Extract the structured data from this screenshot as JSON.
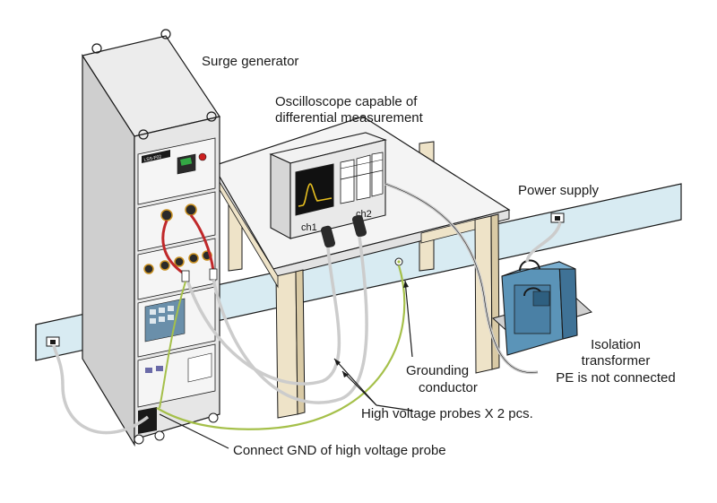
{
  "labels": {
    "surge_generator": "Surge generator",
    "oscilloscope_line1": "Oscilloscope capable of",
    "oscilloscope_line2": "differential measurement",
    "power_supply": "Power supply",
    "ch1": "ch1",
    "ch2": "ch2",
    "isolation_line1": "Isolation",
    "isolation_line2": "transformer",
    "isolation_line3": "PE is not connected",
    "grounding_line1": "Grounding",
    "grounding_line2": "conductor",
    "hv_probes": "High voltage probes X 2 pcs.",
    "connect_gnd": "Connect GND of high voltage probe"
  },
  "colors": {
    "outline": "#1a1a1a",
    "wall_rail": "#d8ebf2",
    "cabinet_side": "#cfcfcf",
    "cabinet_front": "#e6e6e6",
    "table_top": "#f4f4f4",
    "table_leg": "#eee3c8",
    "transformer": "#5b94b8",
    "probe_cable": "#cccccc",
    "ground_wire": "#a5c04a",
    "red_lead": "#c0282a",
    "scope_screen": "#111111",
    "waveform": "#e8c020"
  }
}
